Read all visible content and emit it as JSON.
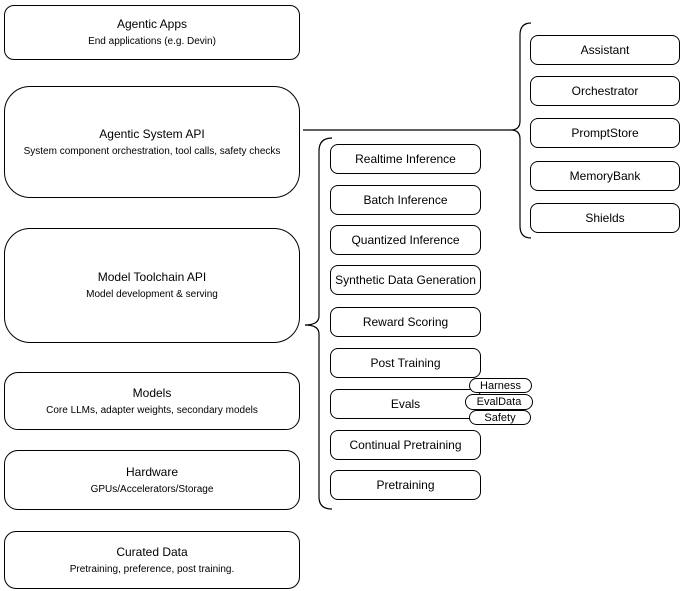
{
  "left_boxes": [
    {
      "title": "Agentic Apps",
      "subtitle": "End applications (e.g. Devin)"
    },
    {
      "title": "Agentic System API",
      "subtitle": "System component orchestration, tool calls, safety checks"
    },
    {
      "title": "Model Toolchain API",
      "subtitle": "Model development & serving"
    },
    {
      "title": "Models",
      "subtitle": "Core LLMs, adapter weights, secondary models"
    },
    {
      "title": "Hardware",
      "subtitle": "GPUs/Accelerators/Storage"
    },
    {
      "title": "Curated Data",
      "subtitle": "Pretraining, preference, post training."
    }
  ],
  "toolchain_boxes": [
    "Realtime Inference",
    "Batch Inference",
    "Quantized Inference",
    "Synthetic Data Generation",
    "Reward Scoring",
    "Post Training",
    "Evals",
    "Continual Pretraining",
    "Pretraining"
  ],
  "eval_tags": [
    "Harness",
    "EvalData",
    "Safety"
  ],
  "system_boxes": [
    "Assistant",
    "Orchestrator",
    "PromptStore",
    "MemoryBank",
    "Shields"
  ],
  "colors": {
    "stroke": "#000000",
    "background": "#ffffff",
    "text": "#000000"
  }
}
